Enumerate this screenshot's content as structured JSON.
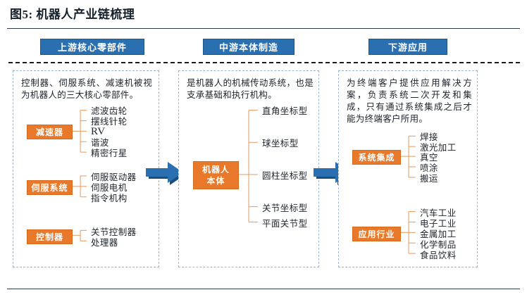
{
  "figure": {
    "label": "图5:",
    "title": "图5:  机器人产业链梳理"
  },
  "colors": {
    "header_blue": "#2A6FB0",
    "category_orange": "#E8792B",
    "arrow_blue": "#2A6FB0",
    "arrow_shadow": "#1B4E7D",
    "panel_border": "#9FB6D0",
    "divider": "#1B1B1B",
    "text": "#20262C"
  },
  "stages": [
    {
      "id": "upstream",
      "header": "上游核心零部件"
    },
    {
      "id": "midstream",
      "header": "中游本体制造"
    },
    {
      "id": "downstream",
      "header": "下游应用"
    }
  ],
  "panels": {
    "upstream": {
      "intro": "控制器、伺服系统、减速机被视为机器人的三大核心零部件。",
      "groups": [
        {
          "name": "减速器",
          "leaves": [
            "滤波齿轮",
            "摆线针轮",
            "RV",
            "谐波",
            "精密行星"
          ]
        },
        {
          "name": "伺服系统",
          "leaves": [
            "伺服驱动器",
            "伺服电机",
            "指令机构"
          ]
        },
        {
          "name": "控制器",
          "leaves": [
            "关节控制器",
            "处理器"
          ]
        }
      ]
    },
    "midstream": {
      "intro": "是机器人的机械传动系统，也是支承基础和执行机构。",
      "groups": [
        {
          "name": "机器人\n本体",
          "name_line1": "机器人",
          "name_line2": "本体",
          "leaves": [
            "直角坐标型",
            "球坐标型",
            "圆柱坐标型",
            "关节坐标型",
            "平面关节型"
          ]
        }
      ]
    },
    "downstream": {
      "intro": "为终端客户提供应用解决方案，负责系统二次开发和集成，只有通过系统集成之后才能为终端客户所用。",
      "groups": [
        {
          "name": "系统集成",
          "leaves": [
            "焊接",
            "激光加工",
            "真空",
            "喷涂",
            "搬运"
          ]
        },
        {
          "name": "应用行业",
          "leaves": [
            "汽车工业",
            "电子工业",
            "金属加工",
            "化学制品",
            "食品饮料"
          ]
        }
      ]
    }
  },
  "arrows": [
    {
      "id": "upstream-to-midstream",
      "direction": "right"
    },
    {
      "id": "midstream-to-downstream",
      "direction": "right"
    }
  ]
}
